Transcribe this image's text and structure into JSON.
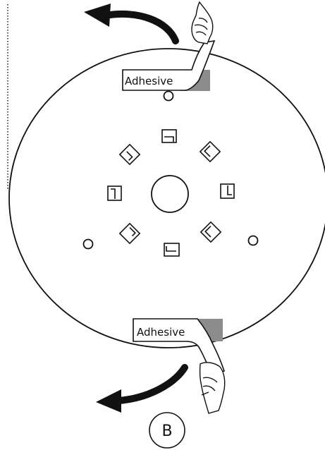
{
  "labels": {
    "adhesive_top": "Adhesive",
    "adhesive_bottom": "Adhesive",
    "figure_letter": "B"
  },
  "colors": {
    "stroke": "#111111",
    "adhesive_fill": "#8c8c8c",
    "background": "#ffffff"
  },
  "icons": {
    "peel_direction_top": "curved-arrow-left",
    "peel_direction_bottom": "curved-arrow-left",
    "hand_top": "hand-pinching",
    "hand_bottom": "hand-pinching"
  }
}
